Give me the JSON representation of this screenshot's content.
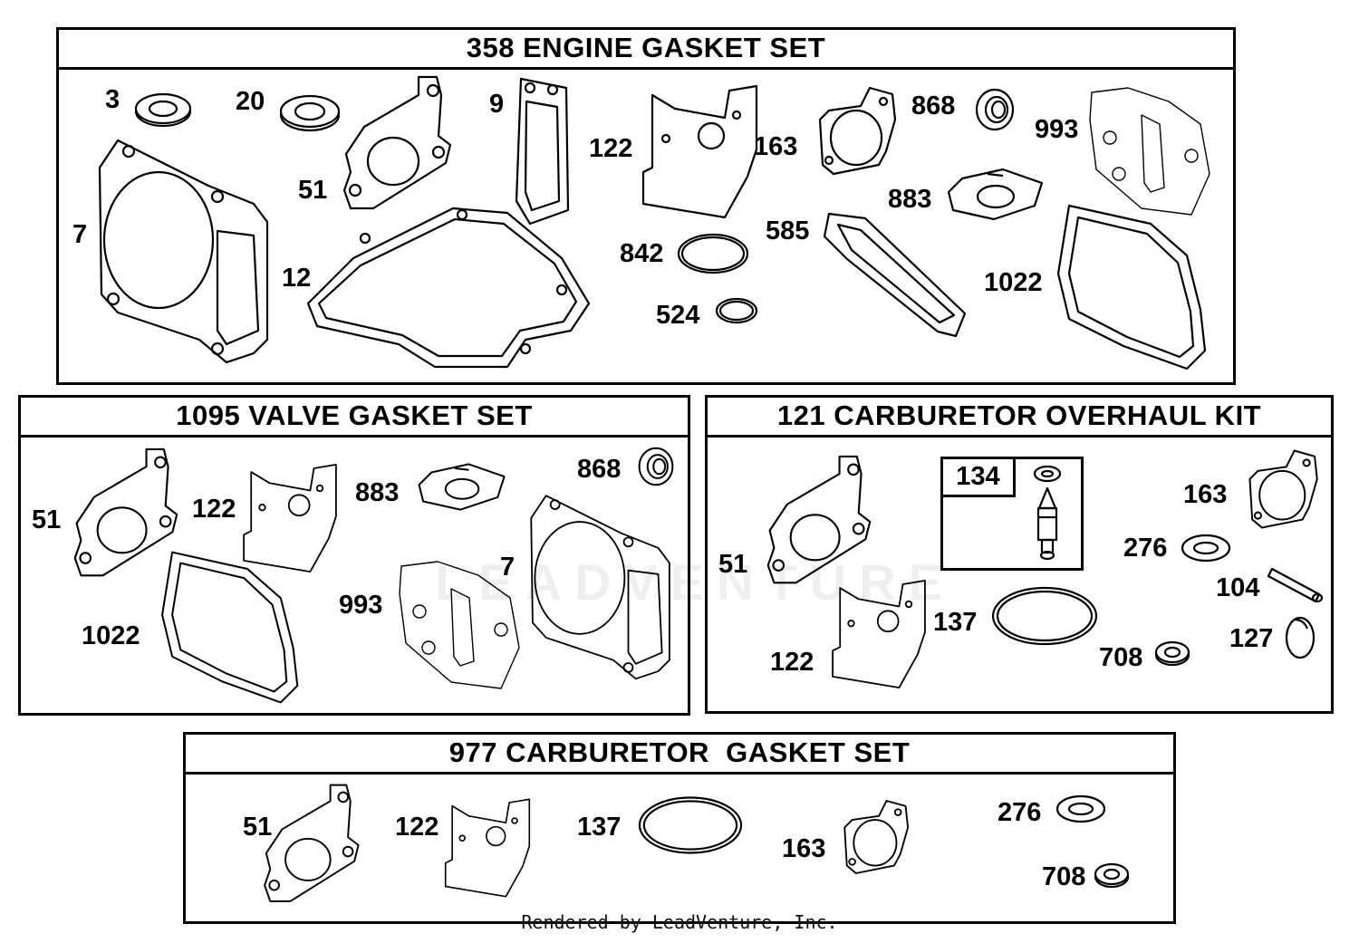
{
  "panels": {
    "engine": {
      "title": "358 ENGINE GASKET SET",
      "callouts": [
        "3",
        "20",
        "9",
        "122",
        "163",
        "868",
        "993",
        "7",
        "51",
        "12",
        "842",
        "524",
        "585",
        "883",
        "1022"
      ]
    },
    "valve": {
      "title": "1095 VALVE GASKET SET",
      "callouts": [
        "51",
        "122",
        "883",
        "868",
        "7",
        "993",
        "1022"
      ]
    },
    "carb_overhaul": {
      "title": "121 CARBURETOR OVERHAUL KIT",
      "callouts": [
        "51",
        "163",
        "276",
        "104",
        "137",
        "708",
        "127",
        "122"
      ],
      "subbox_label": "134"
    },
    "carb_gasket": {
      "title": "977 CARBURETOR  GASKET SET",
      "callouts": [
        "51",
        "122",
        "137",
        "163",
        "276",
        "708"
      ]
    }
  },
  "watermark": "LEADVENTURE",
  "footer": "Rendered by LeadVenture, Inc."
}
